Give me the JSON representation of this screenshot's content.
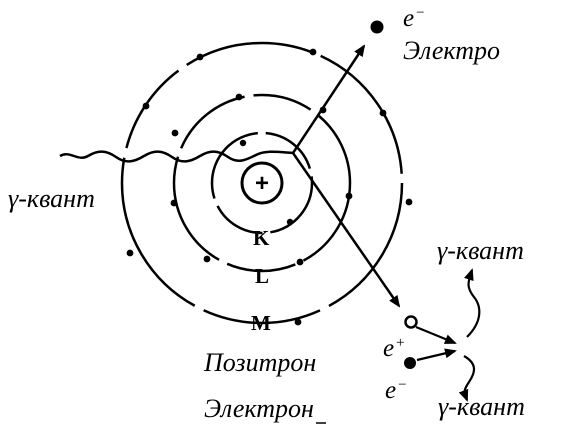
{
  "labels": {
    "gamma_quantum_left": "γ-квант",
    "gamma_quantum_upper_right": "γ-квант",
    "gamma_quantum_lower_right": "γ-квант",
    "electron_symbol_top": "e",
    "electron_sign_top": "−",
    "electron_text_top": "Электро",
    "positron_symbol": "e",
    "positron_sign": "+",
    "electron_symbol_bottom": "e",
    "electron_sign_bottom": "−",
    "positron_text": "Позитрон",
    "electron_text_bottom": "Электрон",
    "nucleus_sign": "+",
    "shell_k": "K",
    "shell_l": "L",
    "shell_m": "M"
  },
  "colors": {
    "ink": "#000000",
    "background": "#ffffff"
  }
}
